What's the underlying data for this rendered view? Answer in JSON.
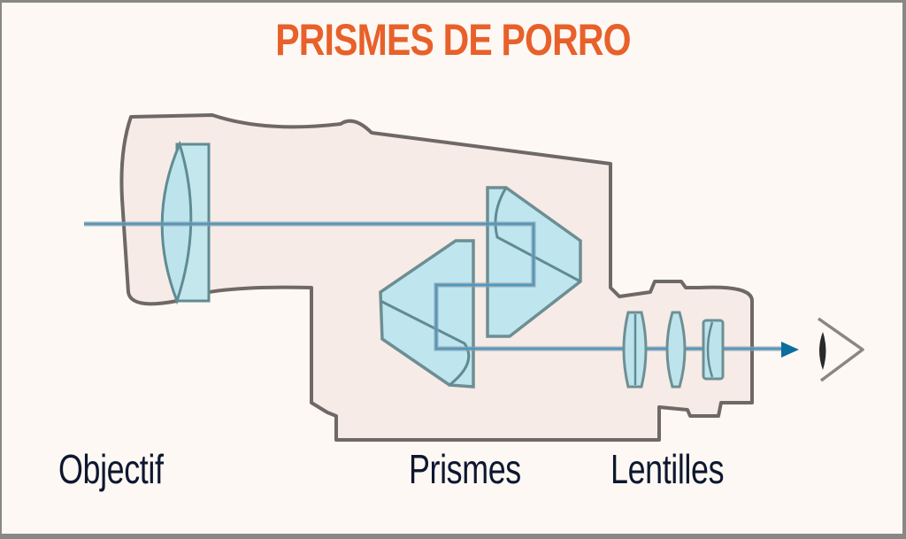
{
  "title": "PRISMES DE PORRO",
  "labels": {
    "objective": "Objectif",
    "prisms": "Prismes",
    "lenses": "Lentilles"
  },
  "colors": {
    "title": "#e8602a",
    "body_fill": "#f7ebe6",
    "outline": "#6e6866",
    "glass": "#bfe6ee",
    "glass_edge": "#5f8c92",
    "light_ray": "#2a8fc4",
    "arrow": "#0b6e9c",
    "label_text": "#0e1730"
  },
  "components": [
    {
      "name": "objective-lens",
      "label": "Objectif"
    },
    {
      "name": "porro-prism-pair",
      "label": "Prismes"
    },
    {
      "name": "eyepiece-lenses",
      "label": "Lentilles"
    },
    {
      "name": "eye",
      "label": ""
    }
  ]
}
